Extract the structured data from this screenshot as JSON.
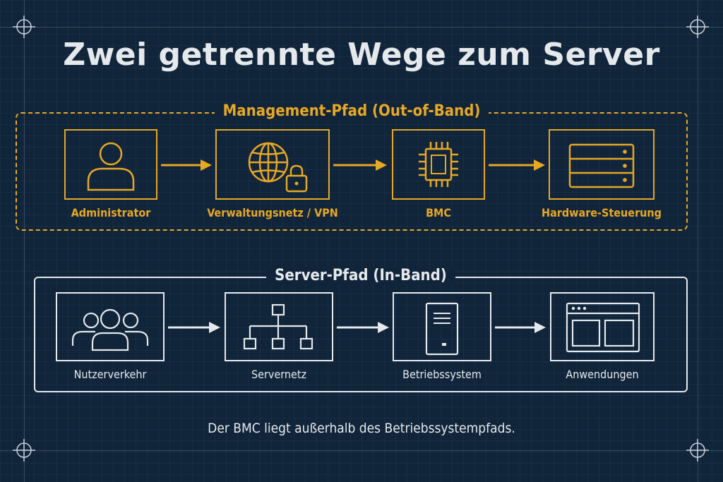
{
  "title": "Zwei getrennte Wege zum Server",
  "management_path": {
    "title": "Management-Pfad (Out-of-Band)",
    "nodes": [
      {
        "label": "Administrator",
        "icon": "user-icon"
      },
      {
        "label": "Verwaltungsnetz / VPN",
        "icon": "globe-lock-icon"
      },
      {
        "label": "BMC",
        "icon": "chip-icon"
      },
      {
        "label": "Hardware-Steuerung",
        "icon": "server-rack-icon"
      }
    ]
  },
  "server_path": {
    "title": "Server-Pfad (In-Band)",
    "nodes": [
      {
        "label": "Nutzerverkehr",
        "icon": "users-icon"
      },
      {
        "label": "Servernetz",
        "icon": "network-tree-icon"
      },
      {
        "label": "Betriebssystem",
        "icon": "server-tower-icon"
      },
      {
        "label": "Anwendungen",
        "icon": "app-window-icon"
      }
    ]
  },
  "caption": "Der BMC liegt außerhalb des Betriebssystempfads.",
  "colors": {
    "background": "#10243a",
    "management": "#e7a824",
    "server": "#e6e9ec"
  }
}
